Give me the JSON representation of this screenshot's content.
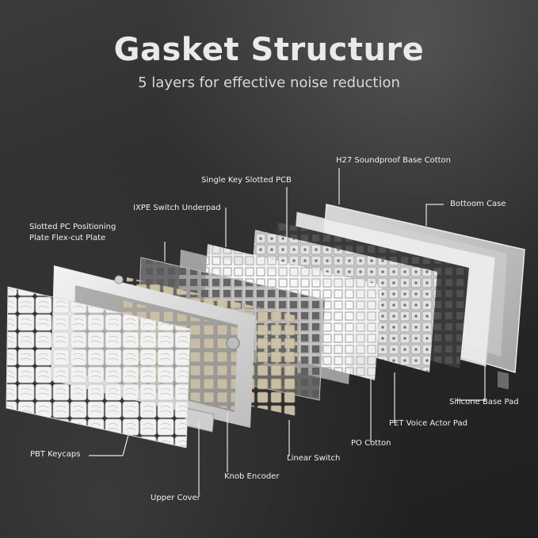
{
  "header": {
    "title": "Gasket Structure",
    "subtitle": "5 layers for effective noise reduction"
  },
  "labels": {
    "soundproof_cotton": "H27 Soundproof Base Cotton",
    "pcb": "Single Key Slotted PCB",
    "bottom_case": "Bottoom Case",
    "switch_underpad": "IXPE Switch Underpad",
    "plate_line1": "Slotted PC Positioning",
    "plate_line2": "Plate Flex-cut Plate",
    "silicone_pad": "Silicone Base Pad",
    "pet_pad": "PET Voice Actor Pad",
    "po_cotton": "PO Cotton",
    "linear_switch": "Linear Switch",
    "pbt_keycaps": "PBT Keycaps",
    "knob_encoder": "Knob Encoder",
    "upper_cover": "Upper Cover"
  },
  "colors": {
    "background": "#2b2b2b",
    "label_text": "#f0f0f0",
    "leader_line": "#e6e6e6",
    "switch_housing": "#cfc3a8"
  }
}
